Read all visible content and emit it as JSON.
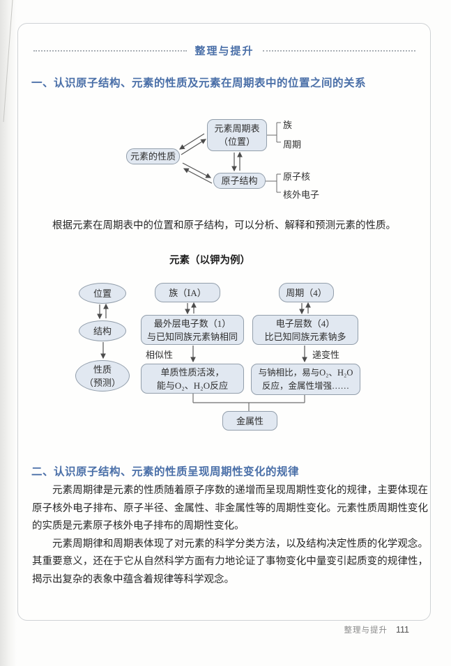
{
  "page": {
    "header_title": "整理与提升",
    "footer": {
      "label": "整理与提升",
      "page_number": "111"
    }
  },
  "section1": {
    "heading": "一、认识原子结构、元素的性质及元素在周期表中的位置之间的关系",
    "paragraph": "根据元素在周期表中的位置和原子结构，可以分析、解释和预测元素的性质。",
    "diagram1": {
      "periodic_table_box": {
        "line1": "元素周期表",
        "line2": "（位置）"
      },
      "element_properties_box": "元素的性质",
      "atomic_structure_box": "原子结构",
      "periodic_branches": {
        "family": "族",
        "period": "周期"
      },
      "structure_branches": {
        "nucleus": "原子核",
        "outer_electrons": "核外电子"
      }
    },
    "diagram2": {
      "title": "元素（以钾为例）",
      "position_ellipse": "位置",
      "structure_ellipse": "结构",
      "property_ellipse": {
        "line1": "性质",
        "line2": "（预测）"
      },
      "family_box": "族（ⅠA）",
      "period_box": "周期（4）",
      "outer_electron_box": {
        "line1": "最外层电子数（1）",
        "line2": "与已知同族元素钠相同"
      },
      "shell_box": {
        "line1": "电子层数（4）",
        "line2": "比已知同族元素钠多"
      },
      "similarity_label": "相似性",
      "gradation_label": "递变性",
      "simple_substance_box": {
        "line1": "单质性质活泼，",
        "line2": "能与O₂、H₂O反应"
      },
      "compare_box": {
        "line1": "与钠相比，易与O₂、H₂O",
        "line2": "反应，金属性增强……"
      },
      "metallic_box": "金属性"
    }
  },
  "section2": {
    "heading": "二、认识原子结构、元素的性质呈现周期性变化的规律",
    "paragraph1": "元素周期律是元素的性质随着原子序数的递增而呈现周期性变化的规律，主要体现在原子核外电子排布、原子半径、金属性、非金属性等的周期性变化。元素性质周期性变化的实质是元素原子核外电子排布的周期性变化。",
    "paragraph2": "元素周期律和周期表体现了对元素的科学分类方法，以及结构决定性质的化学观念。其重要意义，还在于它从自然科学方面有力地论证了事物变化中量变引起质变的规律性，揭示出复杂的表象中蕴含着规律等科学观念。"
  }
}
